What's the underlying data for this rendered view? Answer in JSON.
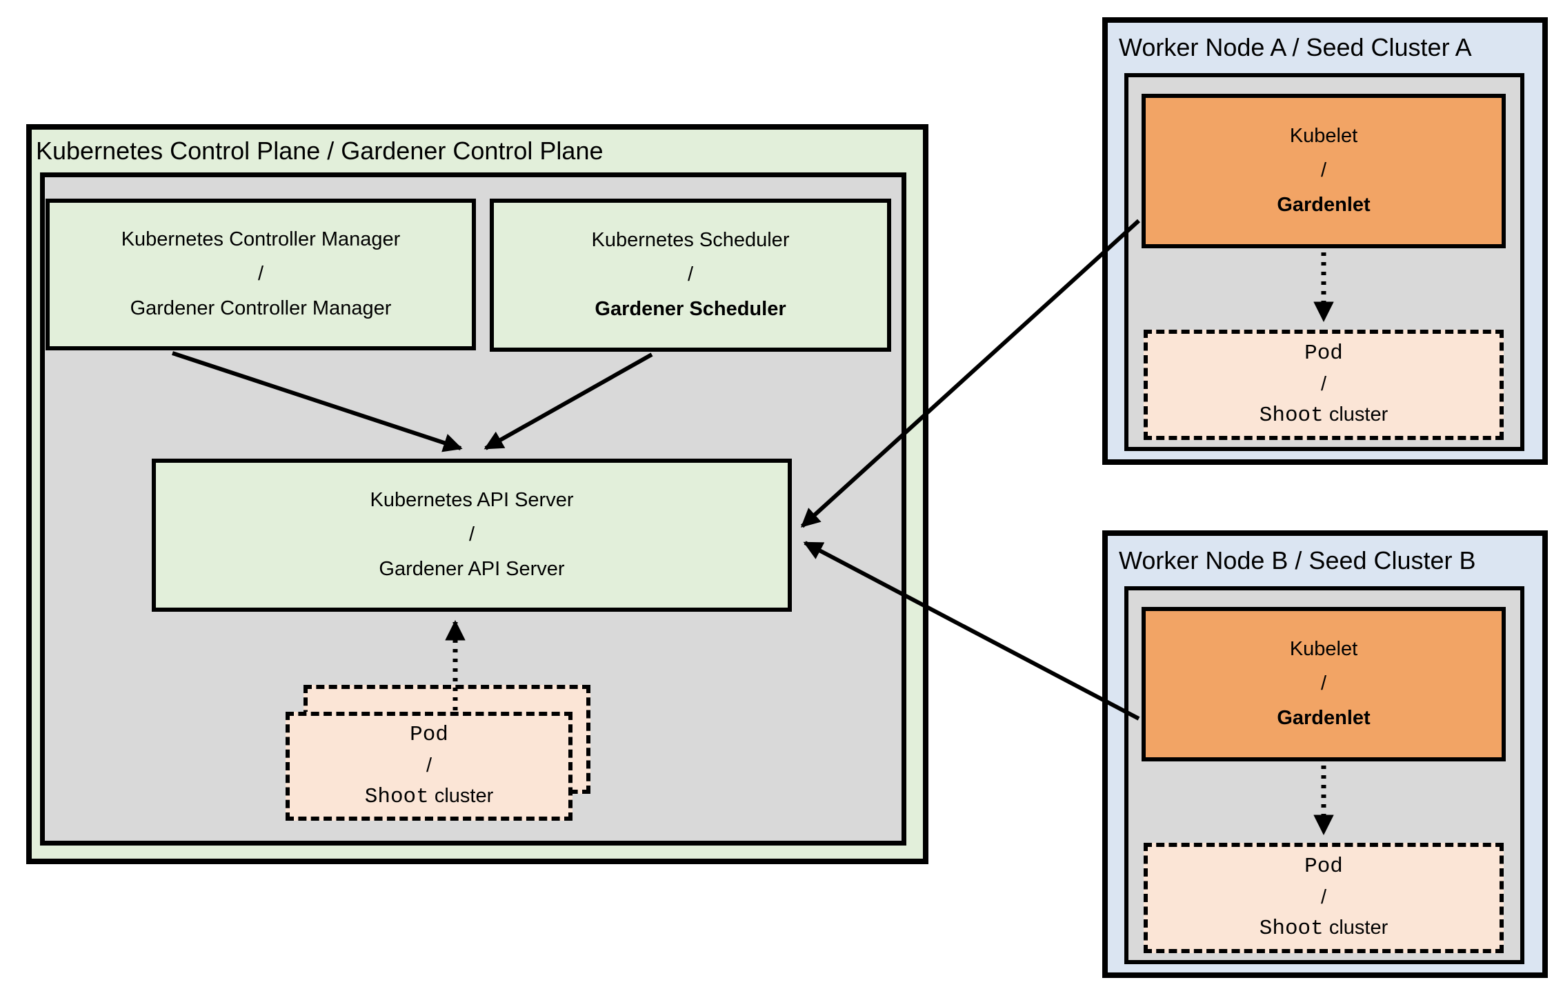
{
  "colors": {
    "light_green": "#e2efda",
    "light_gray": "#d9d9d9",
    "light_blue": "#dbe5f2",
    "orange": "#f2a465",
    "peach": "#fbe5d6",
    "border": "#000000"
  },
  "control_plane": {
    "title": "Kubernetes Control Plane / Gardener Control Plane",
    "controller_manager": {
      "line1": "Kubernetes Controller Manager",
      "separator": "/",
      "line2": "Gardener Controller Manager"
    },
    "scheduler": {
      "line1": "Kubernetes Scheduler",
      "separator": "/",
      "line2": "Gardener Scheduler"
    },
    "api_server": {
      "line1": "Kubernetes API Server",
      "separator": "/",
      "line2": "Gardener API Server"
    },
    "pod": {
      "line1": "Pod",
      "separator": "/",
      "line2_mono": "Shoot",
      "line2_sans": "cluster"
    }
  },
  "worker_node_a": {
    "title": "Worker Node A / Seed Cluster A",
    "kubelet": {
      "line1": "Kubelet",
      "separator": "/",
      "line2": "Gardenlet"
    },
    "pod": {
      "line1": "Pod",
      "separator": "/",
      "line2_mono": "Shoot",
      "line2_sans": "cluster"
    }
  },
  "worker_node_b": {
    "title": "Worker Node B / Seed Cluster B",
    "kubelet": {
      "line1": "Kubelet",
      "separator": "/",
      "line2": "Gardenlet"
    },
    "pod": {
      "line1": "Pod",
      "separator": "/",
      "line2_mono": "Shoot",
      "line2_sans": "cluster"
    }
  }
}
